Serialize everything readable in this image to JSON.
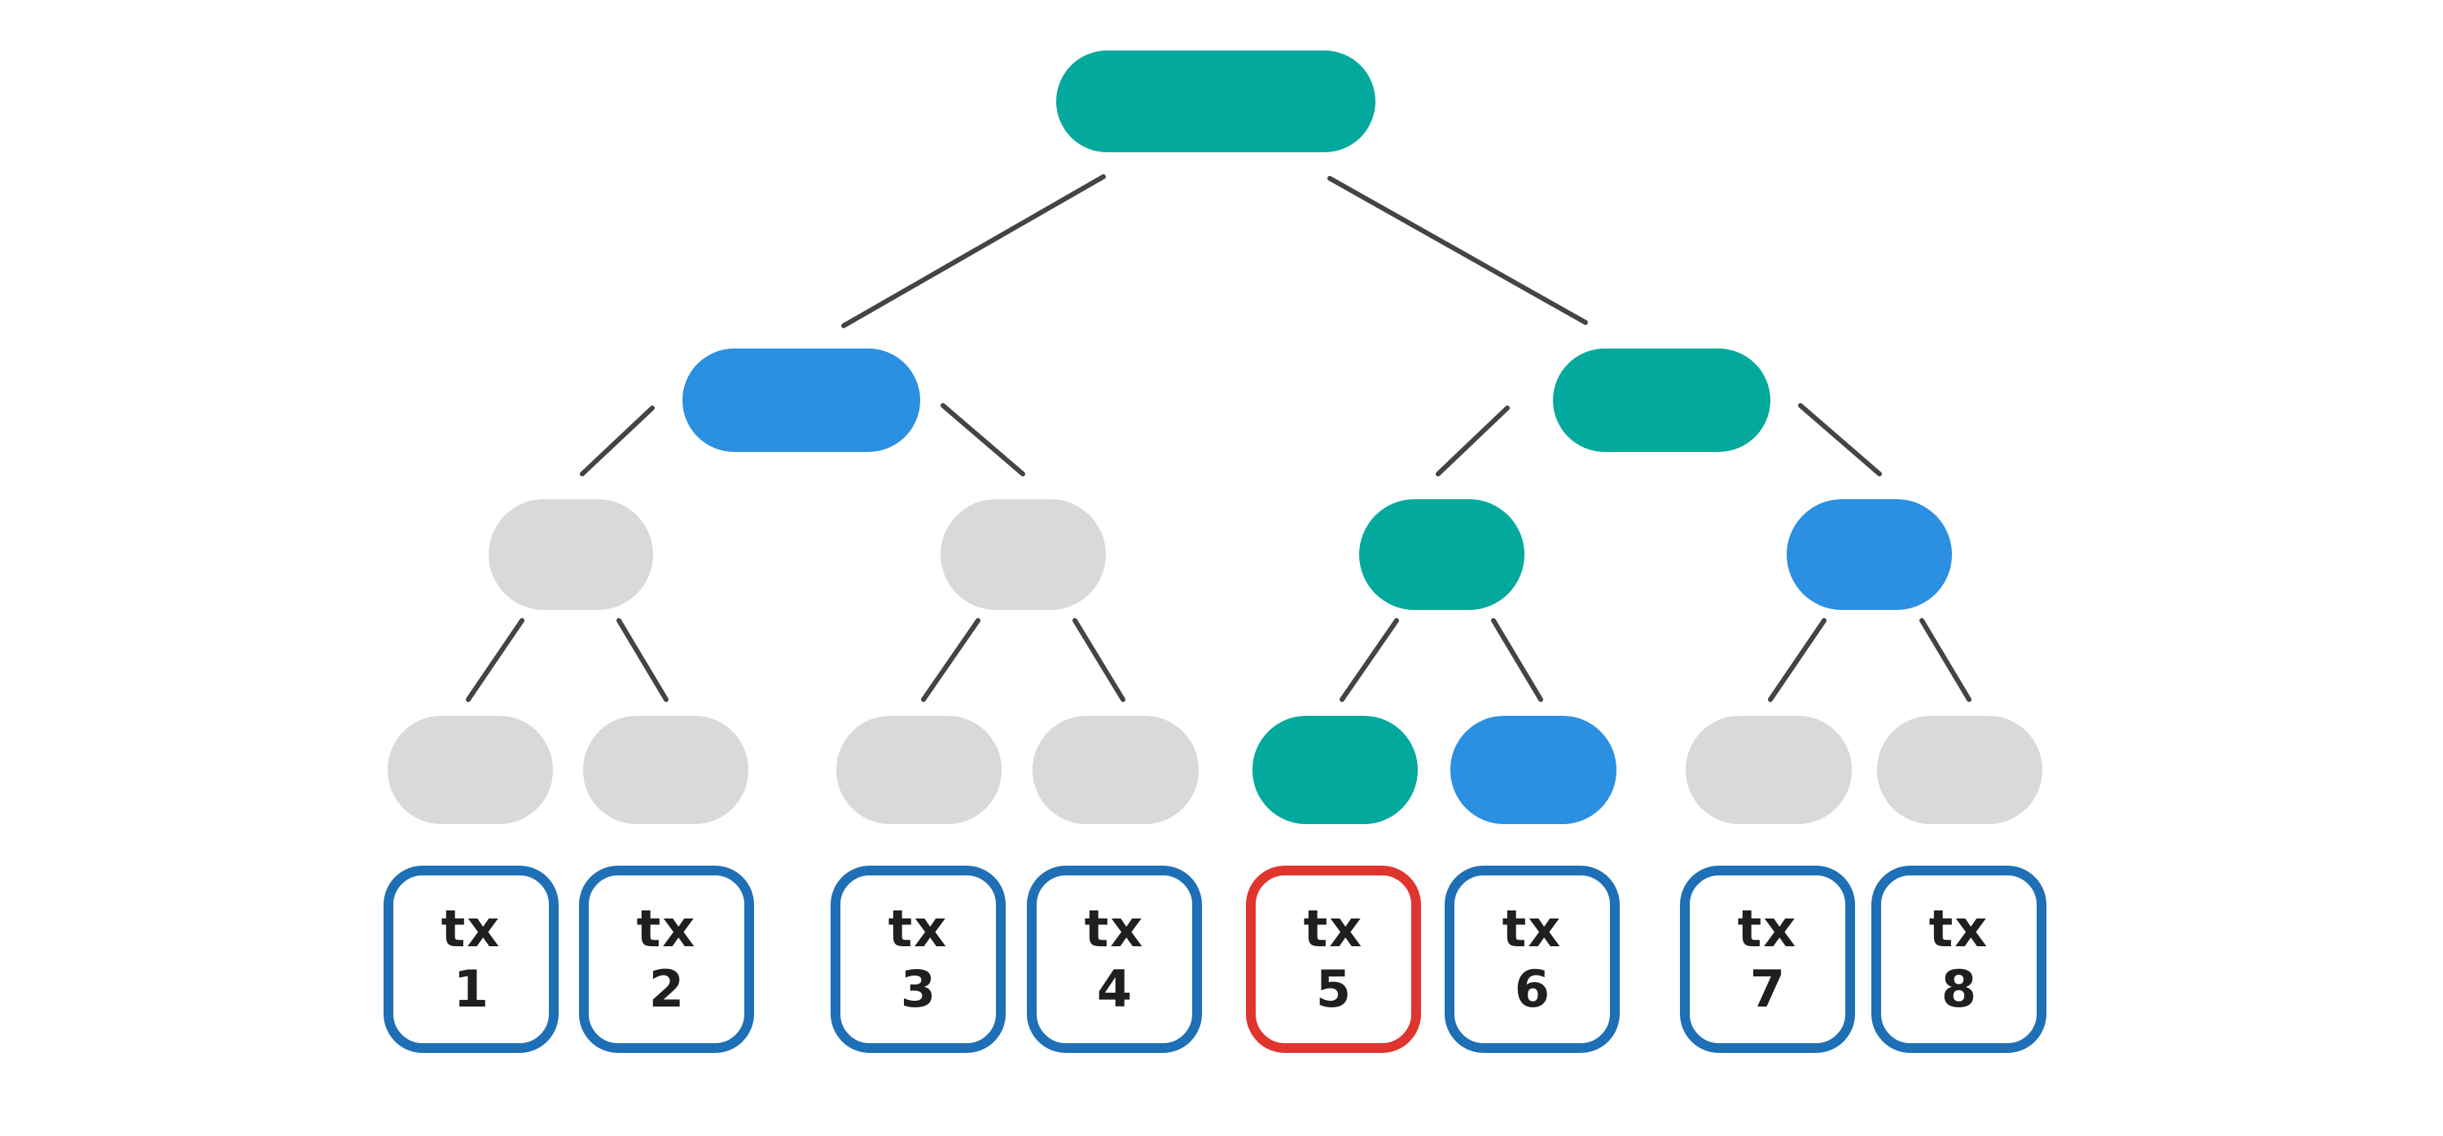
{
  "colors": {
    "green": "#04a99d",
    "blue": "#2b8fe2",
    "gray": "#d9d9d9",
    "edge": "#444444",
    "box_blue": "#1e6fb6",
    "box_red": "#e0342f"
  },
  "tree": {
    "root": {
      "color": "green"
    },
    "level1": [
      {
        "color": "blue"
      },
      {
        "color": "green"
      }
    ],
    "level2": [
      {
        "color": "gray"
      },
      {
        "color": "gray"
      },
      {
        "color": "green"
      },
      {
        "color": "blue"
      }
    ],
    "level3": [
      {
        "color": "gray"
      },
      {
        "color": "gray"
      },
      {
        "color": "gray"
      },
      {
        "color": "gray"
      },
      {
        "color": "green"
      },
      {
        "color": "blue"
      },
      {
        "color": "gray"
      },
      {
        "color": "gray"
      }
    ]
  },
  "transactions": [
    {
      "label": "tx",
      "number": "1",
      "border": "box_blue"
    },
    {
      "label": "tx",
      "number": "2",
      "border": "box_blue"
    },
    {
      "label": "tx",
      "number": "3",
      "border": "box_blue"
    },
    {
      "label": "tx",
      "number": "4",
      "border": "box_blue"
    },
    {
      "label": "tx",
      "number": "5",
      "border": "box_red"
    },
    {
      "label": "tx",
      "number": "6",
      "border": "box_blue"
    },
    {
      "label": "tx",
      "number": "7",
      "border": "box_blue"
    },
    {
      "label": "tx",
      "number": "8",
      "border": "box_blue"
    }
  ]
}
